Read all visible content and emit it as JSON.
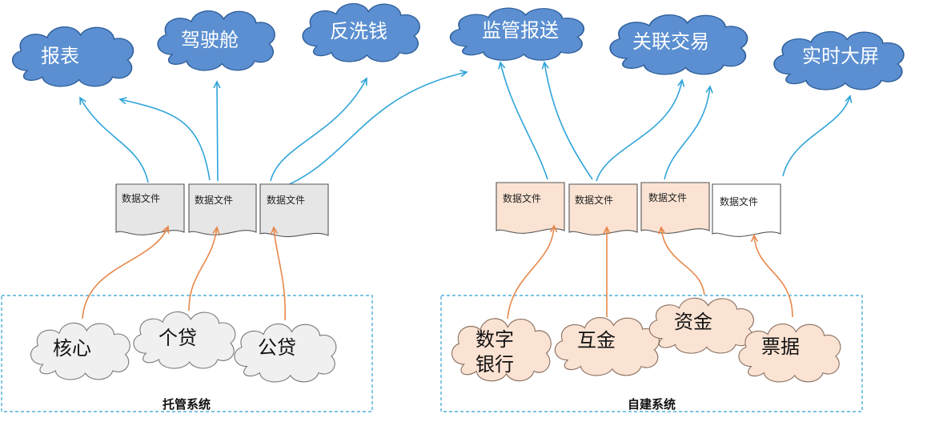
{
  "targets": [
    "报表",
    "驾驶舱",
    "反洗钱",
    "监管报送",
    "关联交易",
    "实时大屏"
  ],
  "files": {
    "label": "数据文件"
  },
  "sources": [
    "核心",
    "个贷",
    "公贷",
    "数字",
    "银行",
    "互金",
    "资金",
    "票据"
  ],
  "groups": {
    "hosted": "托管系统",
    "selfbuilt": "自建系统"
  },
  "colors": {
    "target_cloud": "#5b8fd1",
    "hosted_cloud": "#f0f0f0",
    "selfbuilt_cloud": "#fbe3d3",
    "output_arrow": "#2fa4d9",
    "input_arrow": "#e8884a",
    "group_border": "#2f9fd0"
  }
}
